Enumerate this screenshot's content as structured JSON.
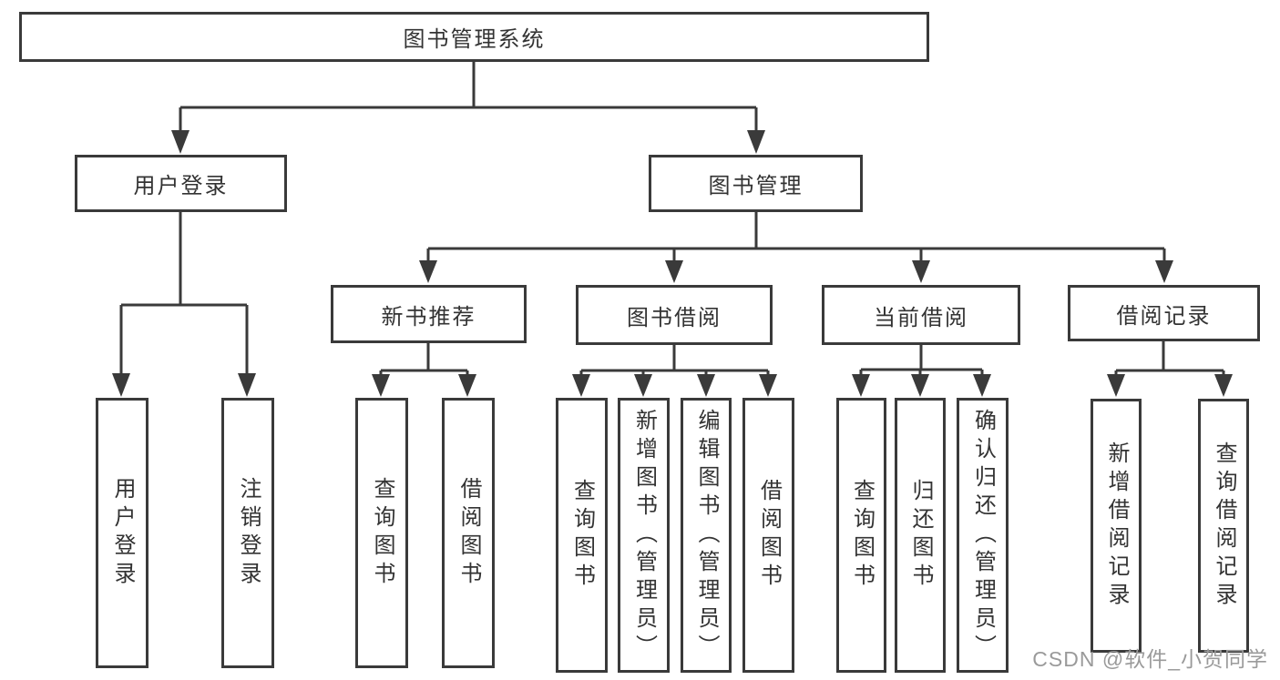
{
  "root": {
    "label": "图书管理系统"
  },
  "level2": [
    {
      "label": "用户登录"
    },
    {
      "label": "图书管理"
    }
  ],
  "level3": [
    {
      "label": "新书推荐"
    },
    {
      "label": "图书借阅"
    },
    {
      "label": "当前借阅"
    },
    {
      "label": "借阅记录"
    }
  ],
  "groups": {
    "user_login": [
      {
        "label": "用户登录"
      },
      {
        "label": "注销登录"
      }
    ],
    "new_books": [
      {
        "label": "查询图书"
      },
      {
        "label": "借阅图书"
      }
    ],
    "book_borrow": [
      {
        "label": "查询图书"
      },
      {
        "label": "新增图书（管理员）"
      },
      {
        "label": "编辑图书（管理员）"
      },
      {
        "label": "借阅图书"
      }
    ],
    "current_borrow": [
      {
        "label": "查询图书"
      },
      {
        "label": "归还图书"
      },
      {
        "label": "确认归还（管理员）"
      }
    ],
    "borrow_records": [
      {
        "label": "新增借阅记录"
      },
      {
        "label": "查询借阅记录"
      }
    ]
  },
  "watermark": "CSDN @软件_小贺同学",
  "colors": {
    "line": "#3a3a3a",
    "text": "#333333",
    "background": "#ffffff",
    "watermark": "#9a9a9a"
  }
}
